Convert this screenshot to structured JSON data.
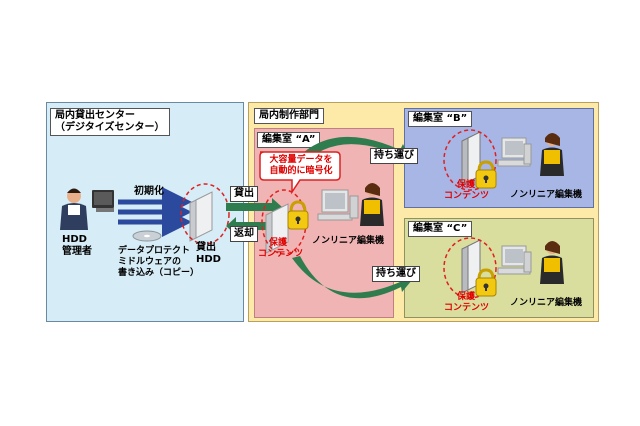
{
  "left_center": {
    "title_line1": "局内貸出センター",
    "title_line2": "（デジタイズセンター）",
    "init_label": "初期化",
    "admin_label_line1": "HDD",
    "admin_label_line2": "管理者",
    "middleware_line1": "データプロテクト",
    "middleware_line2": "ミドルウェアの",
    "middleware_line3": "書き込み（コピー）",
    "lend_hdd_line1": "貸出",
    "lend_hdd_line2": "HDD"
  },
  "transfer": {
    "lend_label": "貸出",
    "return_label": "返却"
  },
  "dept": {
    "title": "局内制作部門",
    "room_a": {
      "title": "編集室 “A”",
      "callout_line1": "大容量データを",
      "callout_line2": "自動的に暗号化",
      "protect_line1": "保護",
      "protect_line2": "コンテンツ",
      "editor_label": "ノンリニア編集機"
    },
    "carry_label_top": "持ち運び",
    "carry_label_bottom": "持ち運び",
    "room_b": {
      "title": "編集室 “B”",
      "protect_line1": "保護",
      "protect_line2": "コンテンツ",
      "editor_label": "ノンリニア編集機"
    },
    "room_c": {
      "title": "編集室 “C”",
      "protect_line1": "保護",
      "protect_line2": "コンテンツ",
      "editor_label": "ノンリニア編集機"
    }
  },
  "colors": {
    "left_bg": "#d6ecf6",
    "dept_bg": "#fde9a8",
    "room_a_bg": "#f0b4b4",
    "room_b_bg": "#a7b6e4",
    "room_c_bg": "#d9dd9e",
    "arrow_green": "#2f7d4f",
    "arrow_blue": "#2b4a9e",
    "dashed_red": "#e02020"
  }
}
